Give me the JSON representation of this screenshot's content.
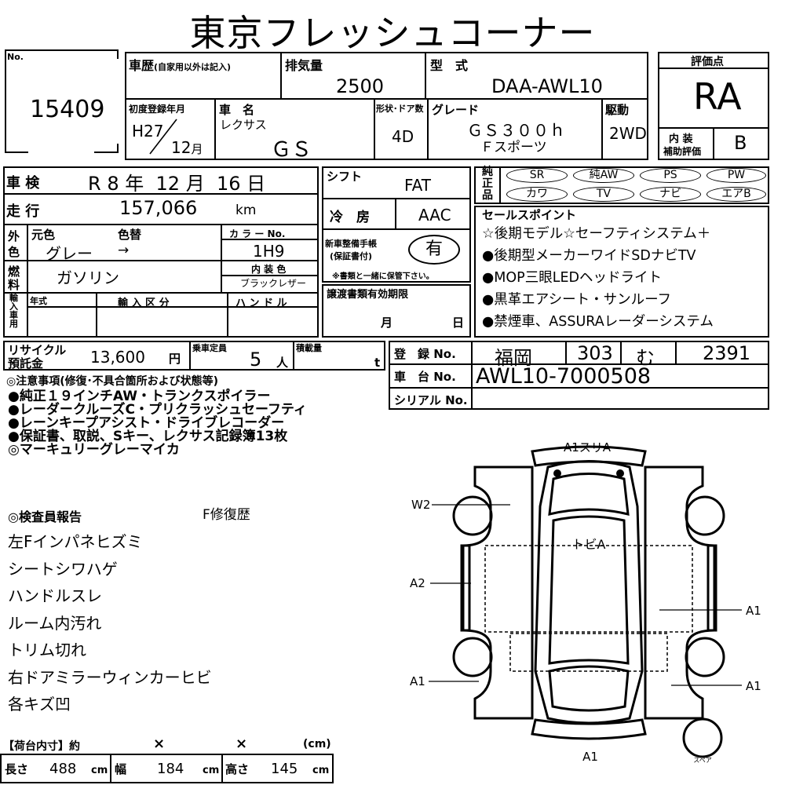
{
  "title": "東京フレッシュコーナー",
  "number": {
    "label": "No.",
    "value": "15409"
  },
  "history": {
    "label": "車歴",
    "sublabel": "(自家用以外は記入)"
  },
  "displacement": {
    "label": "排気量",
    "value": "2500"
  },
  "model": {
    "label": "型　式",
    "value": "DAA-AWL10"
  },
  "grade_box": {
    "label": "評価点",
    "value": "RA",
    "interior_label_1": "内 装",
    "interior_label_2": "補助評価",
    "interior_value": "B"
  },
  "first_reg": {
    "label": "初度登録年月",
    "era_year": "H27",
    "month": "12",
    "month_unit": "月"
  },
  "car_name": {
    "label": "車　名",
    "maker": "レクサス",
    "name": "ＧＳ"
  },
  "doors": {
    "label": "形状･ドア数",
    "value": "4D"
  },
  "grade": {
    "label": "グレード",
    "line1": "ＧＳ３００ｈ",
    "line2": "Ｆスポーツ"
  },
  "drive": {
    "label": "駆動",
    "value": "2WD"
  },
  "inspection": {
    "label": "車 検",
    "era": "R",
    "year": "8",
    "year_unit": "年",
    "month": "12",
    "month_unit": "月",
    "day": "16",
    "day_unit": "日"
  },
  "mileage": {
    "label": "走 行",
    "value": "157,066",
    "unit": "km"
  },
  "color": {
    "outer_label_1": "外",
    "outer_label_2": "色",
    "orig_label": "元色",
    "change_label": "色替",
    "orig_value": "グレー",
    "change_value": "→",
    "code_label": "カ ラ ー No.",
    "code_value": "1H9"
  },
  "fuel": {
    "label_1": "燃",
    "label_2": "料",
    "value": "ガソリン",
    "interior_color_label": "内 装 色",
    "interior_color_value": "ブラックレザー"
  },
  "import": {
    "label_1": "輸",
    "label_2": "入",
    "label_3": "車",
    "label_4": "用",
    "year_label": "年式",
    "class_label": "輸 入 区 分",
    "handle_label": "ハ ン ド ル"
  },
  "shift": {
    "label": "シフト",
    "value": "FAT"
  },
  "ac": {
    "label": "冷　房",
    "value": "AAC"
  },
  "warranty": {
    "label_1": "新車整備手帳",
    "label_2": "(保証書付)",
    "value": "有",
    "note": "※書類と一緒に保管下さい。"
  },
  "transfer_docs": {
    "label": "譲渡書類有効期限",
    "month": "月",
    "day": "日"
  },
  "equipment": {
    "label_1": "純",
    "label_2": "正",
    "label_3": "品",
    "items": [
      "SR",
      "純AW",
      "PS",
      "PW",
      "カワ",
      "TV",
      "ナビ",
      "エアB"
    ]
  },
  "sales_points": {
    "label": "セールスポイント",
    "lines": [
      "☆後期モデル☆セーフティシステム＋",
      "●後期型メーカーワイドSDナビTV",
      "●MOP三眼LEDヘッドライト",
      "●黒革エアシート・サンルーフ",
      "●禁煙車、ASSURAレーダーシステム"
    ]
  },
  "recycle": {
    "label_1": "リサイクル",
    "label_2": "預託金",
    "value": "13,600",
    "unit": "円"
  },
  "capacity": {
    "label": "乗車定員",
    "value": "5",
    "unit": "人"
  },
  "load": {
    "label": "積載量",
    "unit": "t"
  },
  "registration": {
    "label": "登　録 No.",
    "region": "福岡",
    "class_no": "303",
    "kana": "む",
    "serial": "2391"
  },
  "chassis": {
    "label": "車　台 No.",
    "value": "AWL10-7000508"
  },
  "serial_no": {
    "label": "シリアル No."
  },
  "notes": {
    "heading": "◎注意事項(修復･不具合箇所および状態等)",
    "lines": [
      "●純正１９インチAW・トランクスポイラー",
      "●レーダークルーズC・プリクラッシュセーフティ",
      "●レーンキープアシスト・ドライブレコーダー",
      "●保証書、取説、Sキー、レクサス記録簿13枚",
      "◎マーキュリーグレーマイカ"
    ]
  },
  "inspector": {
    "heading": "◎検査員報告",
    "repair": "F修復歴",
    "lines": [
      "左Fインパネヒズミ",
      "シートシワハゲ",
      "ハンドルスレ",
      "ルーム内汚れ",
      "トリム切れ",
      "右ドアミラーウィンカーヒビ",
      "各キズ凹"
    ]
  },
  "diagram": {
    "top": "A1スリA",
    "roof": "トビA",
    "w2": "W2",
    "a2": "A2",
    "a1_right_mid": "A1",
    "a1_left_low": "A1",
    "a1_right_low": "A1",
    "a1_bottom": "A1",
    "spare": "スペア"
  },
  "cargo": {
    "heading": "【荷台内寸】約",
    "x1": "×",
    "x2": "×",
    "unit": "(cm)"
  },
  "dims": {
    "length_label": "長さ",
    "length": "488",
    "width_label": "幅",
    "width": "184",
    "height_label": "高さ",
    "height": "145",
    "unit": "cm"
  }
}
